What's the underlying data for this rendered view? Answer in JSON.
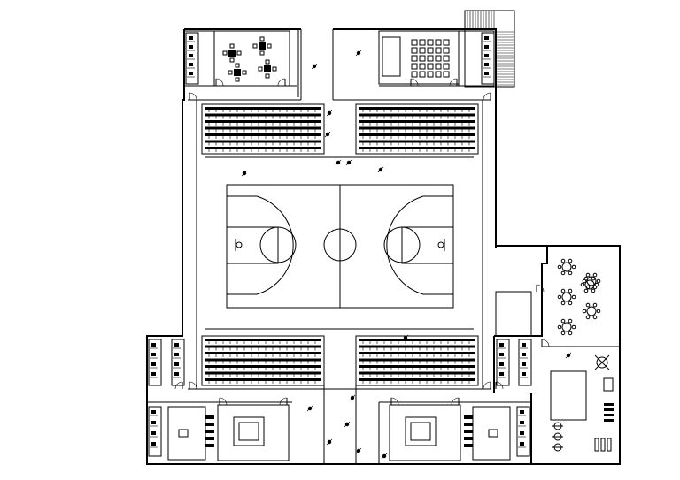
{
  "drawing": {
    "type": "architectural-floor-plan",
    "subject": "gymnasium",
    "line_color": "#000000",
    "background": "#ffffff",
    "has_text_labels": false
  },
  "court": {
    "type": "basketball",
    "centre_circle": true,
    "three_point_arcs": 2,
    "key_circles": 2
  },
  "bleachers": {
    "sections": 4,
    "rows_per_section": 7
  },
  "restroom_blocks": 4,
  "locker_rooms": 2,
  "dining_tables": 6,
  "icons": {
    "stair": "stair-icon",
    "door": "door-swing-icon",
    "table": "table-with-chairs-icon",
    "plant": "plant-icon",
    "toilet": "toilet-stall-icon",
    "locker": "locker-icon",
    "gym_equipment": "gym-equipment-icon"
  }
}
